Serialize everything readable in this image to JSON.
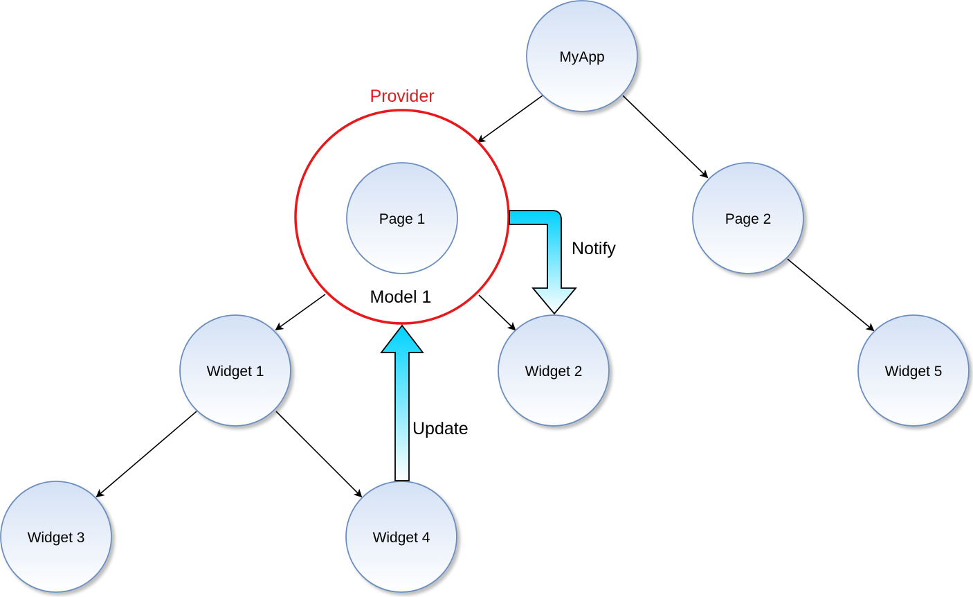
{
  "nodes": {
    "myapp": "MyApp",
    "page1": "Page 1",
    "page2": "Page 2",
    "widget1": "Widget 1",
    "widget2": "Widget 2",
    "widget3": "Widget 3",
    "widget4": "Widget 4",
    "widget5": "Widget 5"
  },
  "provider": {
    "label": "Provider",
    "model_label": "Model 1",
    "color": "#e8191b"
  },
  "flows": {
    "notify_label": "Notify",
    "update_label": "Update",
    "arrow_color_top": "#00d2ff",
    "arrow_color_bottom": "#ffffff"
  },
  "colors": {
    "node_fill_top": "#d4e1f5",
    "node_fill_bottom": "#ffffff",
    "node_stroke": "#6c8ebf"
  }
}
